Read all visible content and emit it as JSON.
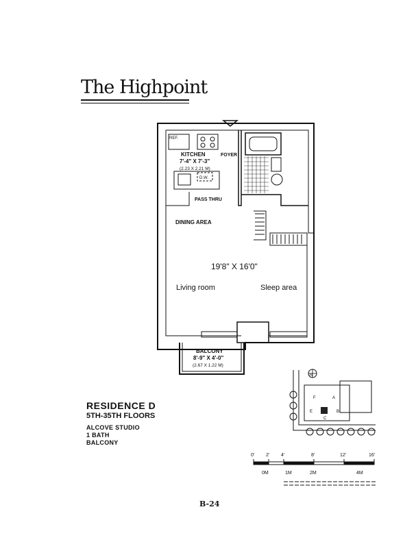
{
  "header": {
    "logo_text": "The Highpoint"
  },
  "plan": {
    "kitchen": {
      "name": "KITCHEN",
      "dims_ft": "7'-4\" X 7'-3\"",
      "dims_m": "(2.23 X 2.21 M)"
    },
    "ref_label": "REF.",
    "dw_label": "D.W.",
    "foyer_label": "FOYER",
    "pass_thru_label": "PASS THRU",
    "dining_label": "DINING AREA",
    "main_dims": "19'8\" X 16'0\"",
    "living_label": "Living room",
    "sleep_label": "Sleep area",
    "balcony": {
      "name": "BALCONY",
      "dims_ft": "8'-9\" X 4'-0\"",
      "dims_m": "(2.67 X 1.22 M)"
    }
  },
  "residence": {
    "title": "RESIDENCE D",
    "floors": "5TH-35TH FLOORS",
    "type": "ALCOVE STUDIO",
    "bath": "1 BATH",
    "balcony": "BALCONY"
  },
  "scale": {
    "feet": [
      "0'",
      "2'",
      "4'",
      "8'",
      "12'",
      "16'"
    ],
    "meters": [
      "0M",
      "1M",
      "2M",
      "4M"
    ]
  },
  "site": {
    "north_label": "N",
    "letters": [
      "F",
      "A",
      "E",
      "B",
      "C"
    ]
  },
  "footer": {
    "page_number": "B-24"
  }
}
